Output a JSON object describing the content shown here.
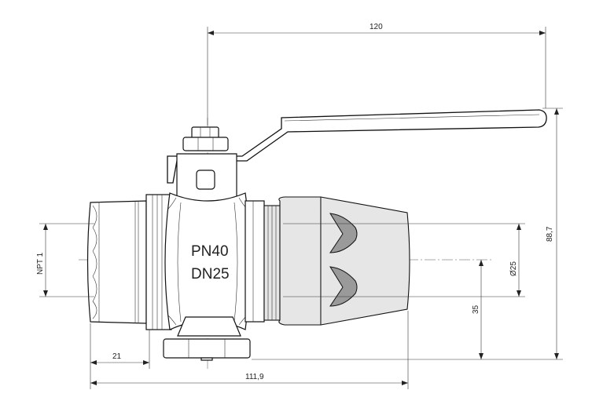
{
  "dimensions": {
    "handle_length": "120",
    "overall_height": "88,7",
    "thread_size": "NPT 1",
    "pipe_diameter": "Ø25",
    "axis_height": "35",
    "thread_length": "21",
    "overall_length": "111,9"
  },
  "body_markings": {
    "pressure": "PN40",
    "nominal_diameter": "DN25"
  },
  "colors": {
    "line": "#111111",
    "dimension_line": "#333333",
    "fitting_fill": "#e6e6e6",
    "grip_fill": "#9a9a9a"
  }
}
